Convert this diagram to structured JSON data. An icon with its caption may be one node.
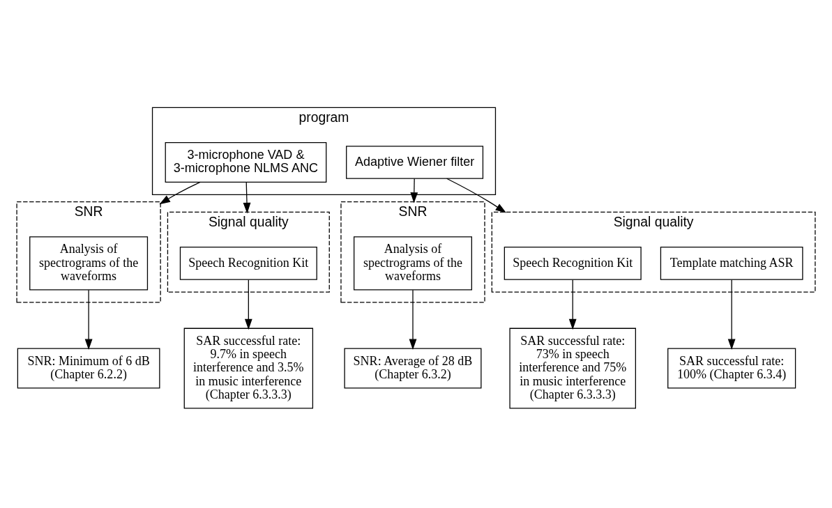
{
  "diagram": {
    "nodes": [
      {
        "text": [
          "program"
        ]
      },
      {
        "text": [
          "3-microphone VAD & 3-microphone NLMS ANC"
        ],
        "in": 0
      },
      {
        "text": [
          "Adaptive Wiener filter"
        ],
        "in": 0
      },
      {
        "text": [
          "SNR"
        ]
      },
      {
        "text": [
          "Analysis of spectrograms of the waveforms"
        ],
        "in": 3
      },
      {
        "text": [
          "Signal quality"
        ]
      },
      {
        "text": [
          "Speech Recognition Kit"
        ],
        "in": 5
      },
      {
        "text": [
          "SNR"
        ]
      },
      {
        "text": [
          "Analysis of spectrograms of the waveforms"
        ],
        "in": 7
      },
      {
        "text": [
          "Signal quality"
        ]
      },
      {
        "text": [
          "Speech Recognition Kit"
        ],
        "in": 9
      },
      {
        "text": [
          "Template matching ASR"
        ],
        "in": 9
      },
      {
        "text": [
          "SNR: Minimum of 6 dB (Chapter 6.2.2)"
        ]
      },
      {
        "text": [
          "SAR successful rate: 9.7% in speech interference and 3.5% in music interference (Chapter 6.3.3.3)"
        ]
      },
      {
        "text": [
          "SNR: Average of 28 dB (Chapter 6.3.2)"
        ]
      },
      {
        "text": [
          "SAR successful rate: 73% in speech interference and 75% in music interference (Chapter 6.3.3.3)"
        ]
      },
      {
        "text": [
          "SAR successful rate: 100% (Chapter 6.3.4)"
        ]
      }
    ],
    "edges": [
      {
        "from": 1,
        "to": 3,
        "arrow": "to"
      },
      {
        "from": 1,
        "to": 5,
        "arrow": "to"
      },
      {
        "from": 2,
        "to": 7,
        "arrow": "to"
      },
      {
        "from": 2,
        "to": 9,
        "arrow": "to"
      },
      {
        "from": 4,
        "to": 12,
        "arrow": "to"
      },
      {
        "from": 6,
        "to": 13,
        "arrow": "to"
      },
      {
        "from": 8,
        "to": 14,
        "arrow": "to"
      },
      {
        "from": 10,
        "to": 15,
        "arrow": "to"
      },
      {
        "from": 11,
        "to": 16,
        "arrow": "to"
      }
    ]
  }
}
